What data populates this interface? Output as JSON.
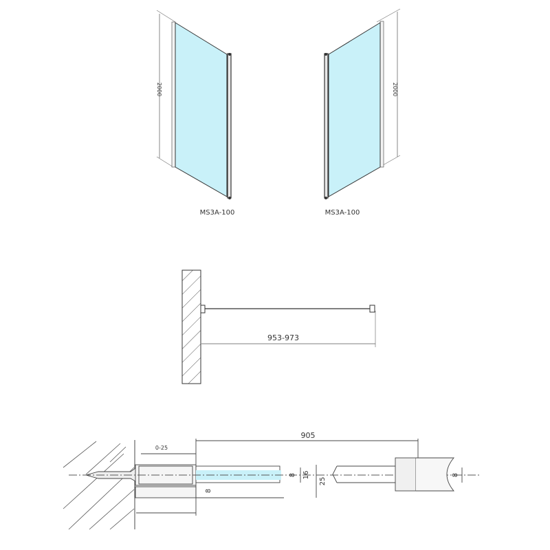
{
  "front_views": {
    "left": {
      "label": "MS3A-100",
      "height_dim": "2000"
    },
    "right": {
      "label": "MS3A-100",
      "height_dim": "2000"
    }
  },
  "plan_view": {
    "span_dim": "953-973"
  },
  "section_detail": {
    "overall_dim": "905",
    "adjust_dim": "0-25",
    "glass_dim": "8",
    "channel_inner_dim": "16",
    "profile_dim": "25",
    "offset_dim": "8",
    "right_glass_dim": "8"
  },
  "colors": {
    "glass": "#c9f1f9",
    "line": "#333333",
    "hatch": "#555555"
  }
}
